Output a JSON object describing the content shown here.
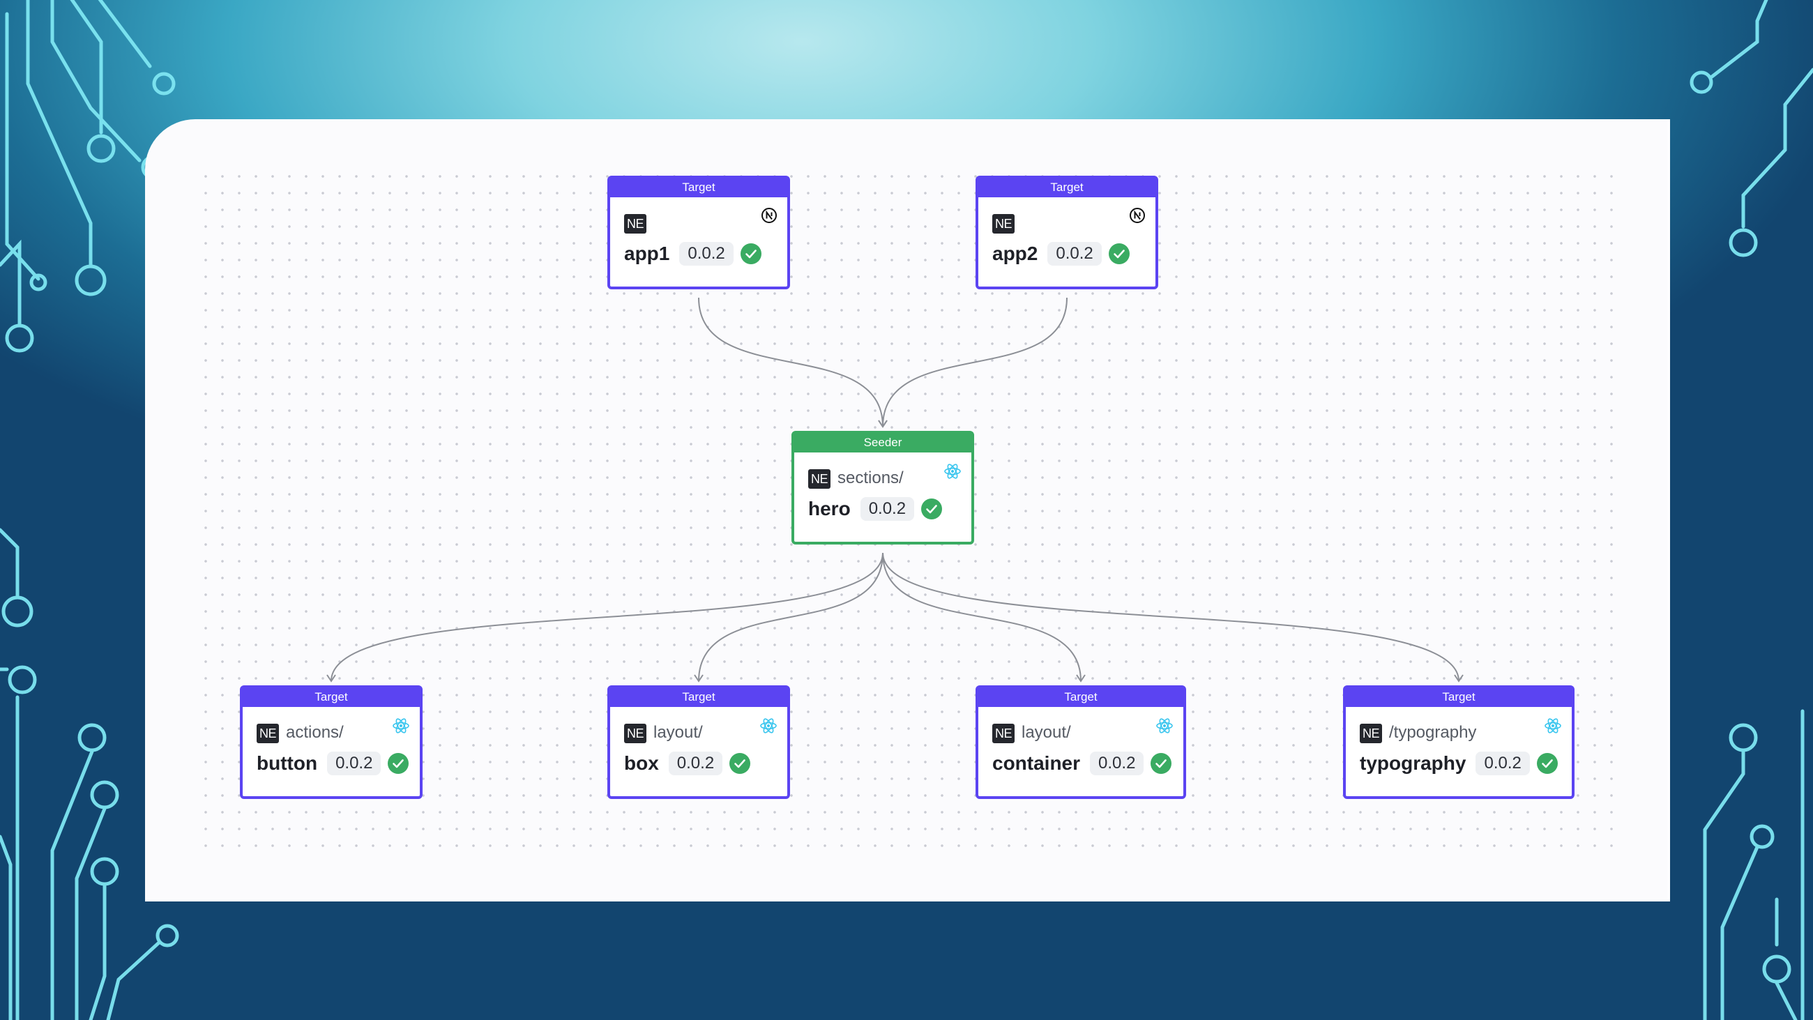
{
  "colors": {
    "target": "#5b44f2",
    "seeder": "#3aab62",
    "edge": "#8c8f96",
    "check": "#3aab62"
  },
  "nodes": [
    {
      "id": "app1",
      "header": "Target",
      "badge": "NE",
      "path": "",
      "name": "app1",
      "version": "0.0.2",
      "icon": "nextjs-icon",
      "kind": "target"
    },
    {
      "id": "app2",
      "header": "Target",
      "badge": "NE",
      "path": "",
      "name": "app2",
      "version": "0.0.2",
      "icon": "nextjs-icon",
      "kind": "target"
    },
    {
      "id": "hero",
      "header": "Seeder",
      "badge": "NE",
      "path": "sections/",
      "name": "hero",
      "version": "0.0.2",
      "icon": "react-icon",
      "kind": "seeder"
    },
    {
      "id": "button",
      "header": "Target",
      "badge": "NE",
      "path": "actions/",
      "name": "button",
      "version": "0.0.2",
      "icon": "react-icon",
      "kind": "target"
    },
    {
      "id": "box",
      "header": "Target",
      "badge": "NE",
      "path": "layout/",
      "name": "box",
      "version": "0.0.2",
      "icon": "react-icon",
      "kind": "target"
    },
    {
      "id": "container",
      "header": "Target",
      "badge": "NE",
      "path": "layout/",
      "name": "container",
      "version": "0.0.2",
      "icon": "react-icon",
      "kind": "target"
    },
    {
      "id": "typography",
      "header": "Target",
      "badge": "NE",
      "path": "/typography",
      "name": "typography",
      "version": "0.0.2",
      "icon": "react-icon",
      "kind": "target"
    }
  ],
  "edges": [
    {
      "from": "app1",
      "to": "hero"
    },
    {
      "from": "app2",
      "to": "hero"
    },
    {
      "from": "hero",
      "to": "button"
    },
    {
      "from": "hero",
      "to": "box"
    },
    {
      "from": "hero",
      "to": "container"
    },
    {
      "from": "hero",
      "to": "typography"
    }
  ]
}
